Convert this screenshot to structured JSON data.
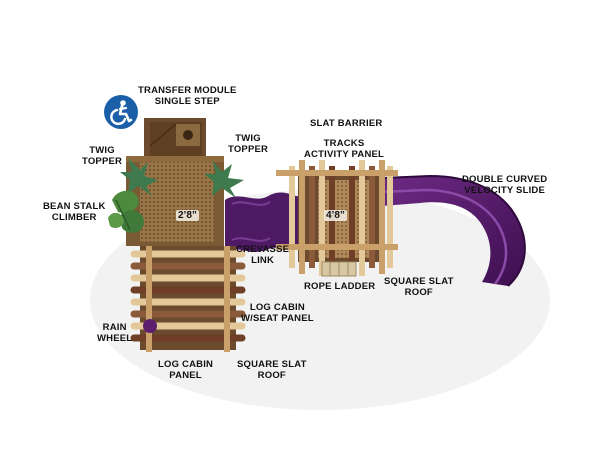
{
  "labels": {
    "transfer_module": [
      "TRANSFER MODULE",
      "SINGLE STEP"
    ],
    "twig_topper_left": [
      "TWIG",
      "TOPPER"
    ],
    "twig_topper_right": [
      "TWIG",
      "TOPPER"
    ],
    "bean_stalk": [
      "BEAN STALK",
      "CLIMBER"
    ],
    "slat_barrier": [
      "SLAT BARRIER"
    ],
    "tracks_panel": [
      "TRACKS",
      "ACTIVITY PANEL"
    ],
    "slide": [
      "DOUBLE CURVED",
      "VELOCITY SLIDE"
    ],
    "crevasse": [
      "CREVASSE",
      "LINK"
    ],
    "rope_ladder": [
      "ROPE LADDER"
    ],
    "square_slat_roof_right": [
      "SQUARE SLAT",
      "ROOF"
    ],
    "log_cabin_seat": [
      "LOG CABIN",
      "W/SEAT PANEL"
    ],
    "rain_wheel": [
      "RAIN",
      "WHEEL"
    ],
    "log_cabin_panel": [
      "LOG CABIN",
      "PANEL"
    ],
    "square_slat_roof_bottom": [
      "SQUARE SLAT",
      "ROOF"
    ]
  },
  "deck_heights": {
    "left": "2’8”",
    "right": "4’8”"
  },
  "icons": {
    "accessibility": "wheelchair-accessibility-icon"
  },
  "colors": {
    "deck": "#8b6a3e",
    "deck_light": "#b8925a",
    "roof_tan": "#e3c89a",
    "roof_brown": "#8a5a3a",
    "slide_purple": "#5b1f6e",
    "leaf_green": "#3f7a3a",
    "access_blue": "#1a5fa8"
  }
}
